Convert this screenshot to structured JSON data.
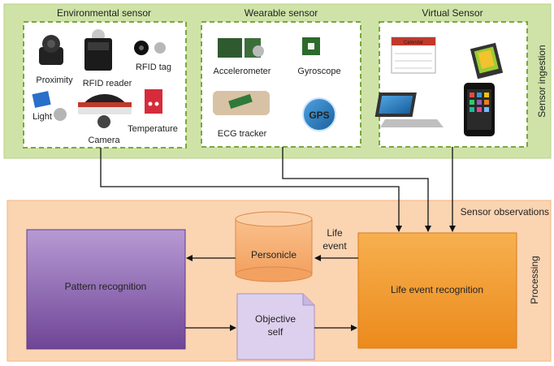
{
  "sections": {
    "ingestion": "Sensor ingestion",
    "observations": "Sensor observations",
    "processing": "Processing"
  },
  "environmental": {
    "title": "Environmental sensor",
    "items": {
      "proximity": "Proximity",
      "rfid_reader": "RFID reader",
      "rfid_tag": "RFID tag",
      "light": "Light",
      "camera": "Camera",
      "temperature": "Temperature"
    }
  },
  "wearable": {
    "title": "Wearable sensor",
    "items": {
      "accelerometer": "Accelerometer",
      "gyroscope": "Gyroscope",
      "ecg": "ECG tracker",
      "gps": "GPS"
    }
  },
  "virtual": {
    "title": "Virtual Sensor",
    "calendar": "Calendar"
  },
  "processing": {
    "pattern_recognition": "Pattern recognition",
    "personicle": "Personicle",
    "life_event_recognition": "Life event recognition",
    "objective_self_line1": "Objective",
    "objective_self_line2": "self",
    "life_event_line1": "Life",
    "life_event_line2": "event"
  },
  "colors": {
    "ingestion_bg": "#cfe3a8",
    "processing_bg": "#fbd4b2",
    "pattern_box": "#8c5fb0",
    "life_event_box": "#f29a2e",
    "personicle_cyl": "#f7b57a",
    "objective_doc": "#ddd0ee"
  }
}
